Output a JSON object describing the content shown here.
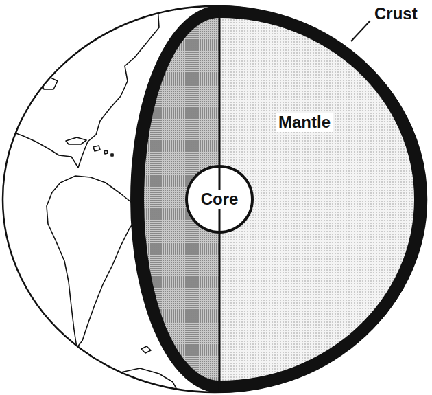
{
  "diagram": {
    "nodes": [
      {
        "text": [
          "Core"
        ]
      }
    ],
    "labels": [
      "Mantle",
      "Crust"
    ]
  }
}
